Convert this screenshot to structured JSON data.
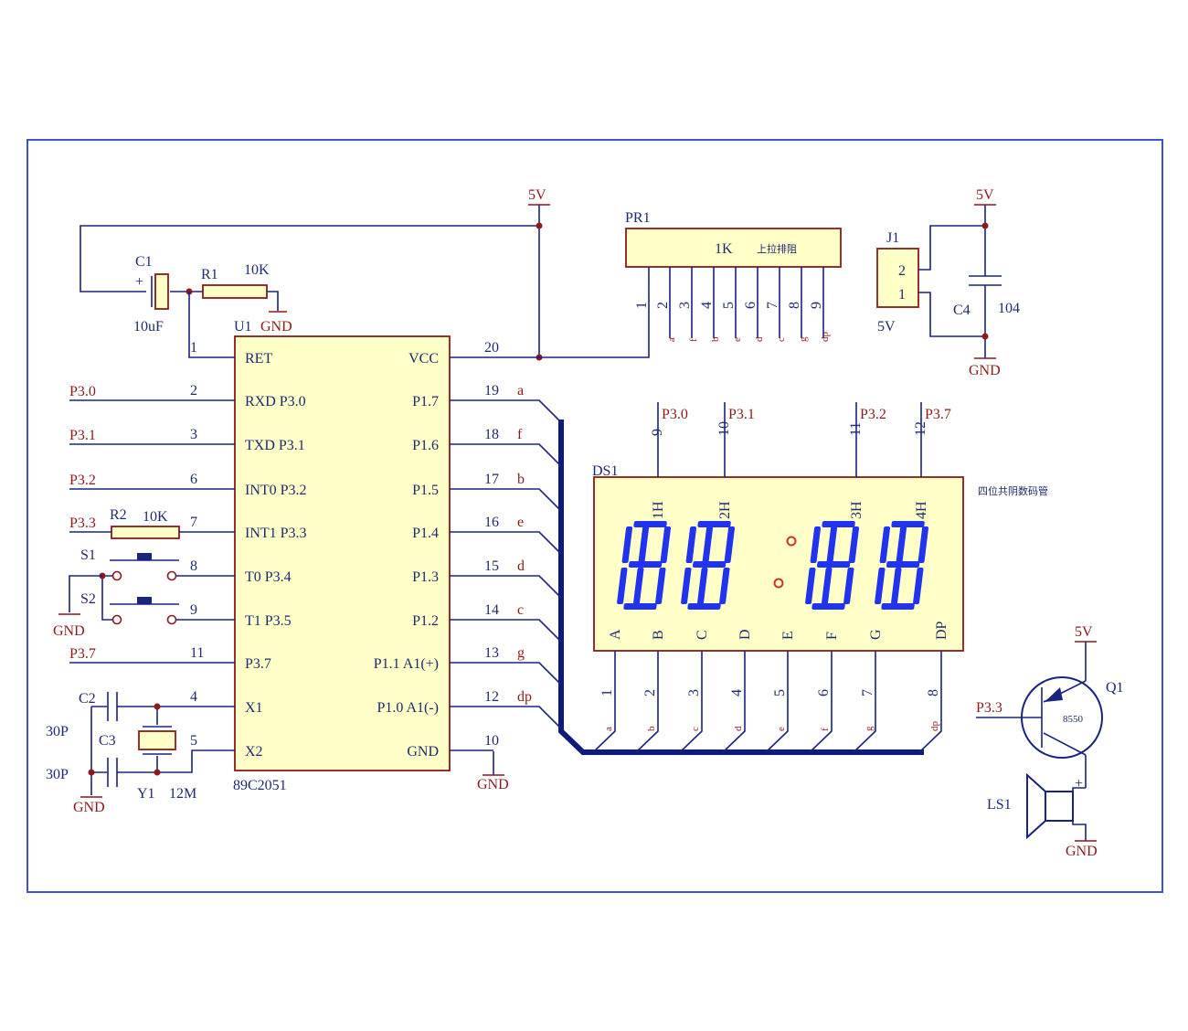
{
  "colors": {
    "wire": "#1a237e",
    "net_label": "#8b1a1a",
    "part_fill": "#ffffc8",
    "led_segments": "#2233ee",
    "frame": "#3f51d6"
  },
  "supply": {
    "vcc": "5V",
    "gnd": "GND"
  },
  "components": {
    "c1": {
      "ref": "C1",
      "value": "10uF",
      "plus": "+"
    },
    "r1": {
      "ref": "R1",
      "value": "10K"
    },
    "r2": {
      "ref": "R2",
      "value": "10K"
    },
    "c2": {
      "ref": "C2",
      "value": "30P"
    },
    "c3": {
      "ref": "C3",
      "value": "30P"
    },
    "c4": {
      "ref": "C4",
      "value": "104"
    },
    "y1": {
      "ref": "Y1",
      "value": "12M"
    },
    "s1": {
      "ref": "S1"
    },
    "s2": {
      "ref": "S2"
    },
    "j1": {
      "ref": "J1",
      "pin2": "2",
      "pin1": "1",
      "label": "5V"
    },
    "pr1": {
      "ref": "PR1",
      "value": "1K",
      "desc": "上拉排阻",
      "pins": [
        "1",
        "2",
        "3",
        "4",
        "5",
        "6",
        "7",
        "8",
        "9"
      ],
      "signals": [
        "a",
        "f",
        "b",
        "e",
        "d",
        "c",
        "g",
        "dp"
      ]
    },
    "q1": {
      "ref": "Q1",
      "value": "8550"
    },
    "ls1": {
      "ref": "LS1",
      "plus": "+"
    }
  },
  "mcu": {
    "ref": "U1",
    "part": "89C2051",
    "left_pins": [
      {
        "num": "1",
        "name": "RET",
        "net": ""
      },
      {
        "num": "2",
        "name": "RXD P3.0",
        "net": "P3.0"
      },
      {
        "num": "3",
        "name": "TXD P3.1",
        "net": "P3.1"
      },
      {
        "num": "6",
        "name": "INT0 P3.2",
        "net": "P3.2"
      },
      {
        "num": "7",
        "name": "INT1 P3.3",
        "net": "P3.3"
      },
      {
        "num": "8",
        "name": "T0 P3.4",
        "net": ""
      },
      {
        "num": "9",
        "name": "T1 P3.5",
        "net": ""
      },
      {
        "num": "11",
        "name": "P3.7",
        "net": "P3.7"
      },
      {
        "num": "4",
        "name": "X1",
        "net": ""
      },
      {
        "num": "5",
        "name": "X2",
        "net": ""
      }
    ],
    "right_pins": [
      {
        "num": "20",
        "name": "VCC",
        "sig": ""
      },
      {
        "num": "19",
        "name": "P1.7",
        "sig": "a"
      },
      {
        "num": "18",
        "name": "P1.6",
        "sig": "f"
      },
      {
        "num": "17",
        "name": "P1.5",
        "sig": "b"
      },
      {
        "num": "16",
        "name": "P1.4",
        "sig": "e"
      },
      {
        "num": "15",
        "name": "P1.3",
        "sig": "d"
      },
      {
        "num": "14",
        "name": "P1.2",
        "sig": "c"
      },
      {
        "num": "13",
        "name": "P1.1 A1(+)",
        "sig": "g"
      },
      {
        "num": "12",
        "name": "P1.0 A1(-)",
        "sig": "dp"
      },
      {
        "num": "10",
        "name": "GND",
        "sig": ""
      }
    ]
  },
  "display": {
    "ref": "DS1",
    "desc": "四位共阴数码管",
    "digit_labels": [
      "1H",
      "2H",
      "3H",
      "4H"
    ],
    "digit_pins": [
      "9",
      "10",
      "11",
      "12"
    ],
    "digit_nets": [
      "P3.0",
      "P3.1",
      "P3.2",
      "P3.7"
    ],
    "segment_labels": [
      "A",
      "B",
      "C",
      "D",
      "E",
      "F",
      "G",
      "DP"
    ],
    "segment_pins": [
      "1",
      "2",
      "3",
      "4",
      "5",
      "6",
      "7",
      "8"
    ],
    "segment_signals": [
      "a",
      "b",
      "c",
      "d",
      "e",
      "f",
      "g",
      "dp"
    ]
  },
  "buzzer_net": "P3.3"
}
